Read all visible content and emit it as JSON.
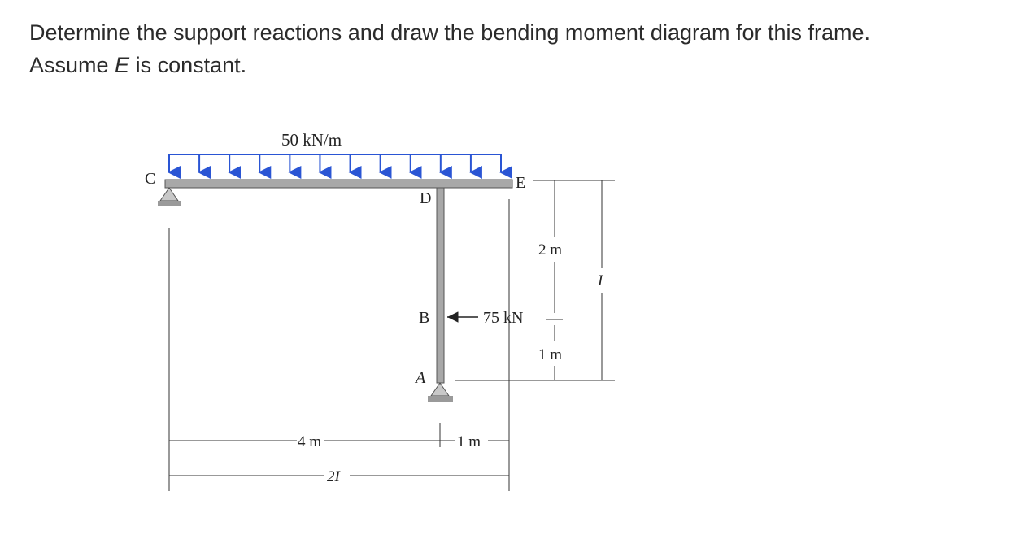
{
  "question": {
    "line1": "Determine the support reactions and draw the bending moment diagram for this frame.",
    "line2_prefix": "Assume ",
    "line2_var": "E",
    "line2_suffix": " is constant."
  },
  "diagram": {
    "load_label": "50 kN/m",
    "point_load_label": "75 kN",
    "nodes": {
      "a": "A",
      "b": "B",
      "c": "C",
      "d": "D",
      "e": "E"
    },
    "dims": {
      "cd": "4 m",
      "de": "1 m",
      "ab": "1 m",
      "bd": "2 m",
      "total_width": "2I",
      "column_moment": "I"
    },
    "load_arrow_count": 12,
    "colors": {
      "load_arrows": "#2a55d4",
      "member": "#a8a8a8",
      "line": "#333333"
    }
  }
}
